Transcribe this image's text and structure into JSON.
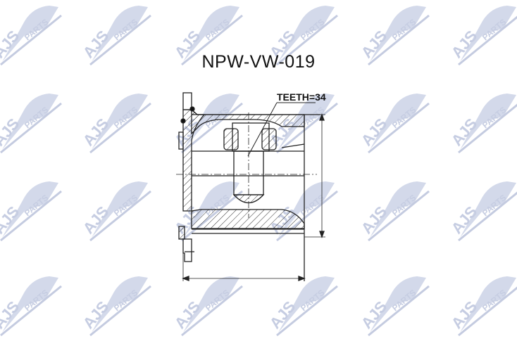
{
  "title": "NPW-VW-019",
  "watermark": {
    "text_main": "AJS",
    "text_sub": "PARTS",
    "color": "#c9d0e3"
  },
  "drawing": {
    "teeth_label": "TEETH=34",
    "line_color": "#222222",
    "hatch_color": "#333333"
  }
}
